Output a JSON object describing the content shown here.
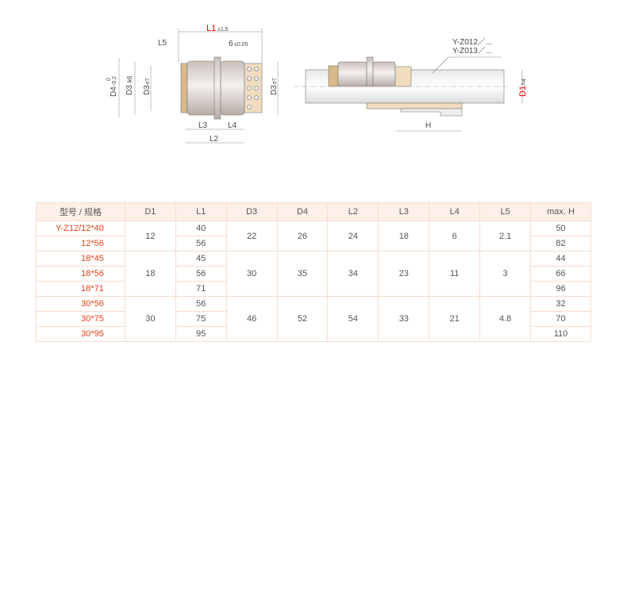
{
  "drawing_left": {
    "L1": "L1",
    "L1_tol": "±1.5",
    "L5": "L5",
    "six": "6",
    "six_tol": "±0.05",
    "D4": "D4",
    "D4_tol_top": "0",
    "D4_tol_bottom": "-0.2",
    "D3k6": "D3",
    "k6": "k6",
    "D3e7": "D3",
    "e7": "e7",
    "L3": "L3",
    "L4": "L4",
    "L2": "L2"
  },
  "drawing_right": {
    "label1": "Y-Z012／...",
    "label2": "Y-Z013／...",
    "D1": "D1",
    "h4": "h4",
    "H": "H"
  },
  "table": {
    "headers": [
      "型号 / 规格",
      "D1",
      "L1",
      "D3",
      "D4",
      "L2",
      "L3",
      "L4",
      "L5",
      "max. H"
    ],
    "groups": [
      {
        "D1": "12",
        "D3": "22",
        "D4": "26",
        "L2": "24",
        "L3": "18",
        "L4": "6",
        "L5": "2.1",
        "rows": [
          {
            "model": "Y-Z12/12*40",
            "L1": "40",
            "H": "50"
          },
          {
            "model": "12*56",
            "L1": "56",
            "H": "82"
          }
        ]
      },
      {
        "D1": "18",
        "D3": "30",
        "D4": "35",
        "L2": "34",
        "L3": "23",
        "L4": "11",
        "L5": "3",
        "rows": [
          {
            "model": "18*45",
            "L1": "45",
            "H": "44"
          },
          {
            "model": "18*56",
            "L1": "56",
            "H": "66"
          },
          {
            "model": "18*71",
            "L1": "71",
            "H": "96"
          }
        ]
      },
      {
        "D1": "30",
        "D3": "46",
        "D4": "52",
        "L2": "54",
        "L3": "33",
        "L4": "21",
        "L5": "4.8",
        "rows": [
          {
            "model": "30*56",
            "L1": "56",
            "H": "32"
          },
          {
            "model": "30*75",
            "L1": "75",
            "H": "70"
          },
          {
            "model": "30*95",
            "L1": "95",
            "H": "110"
          }
        ]
      }
    ]
  }
}
